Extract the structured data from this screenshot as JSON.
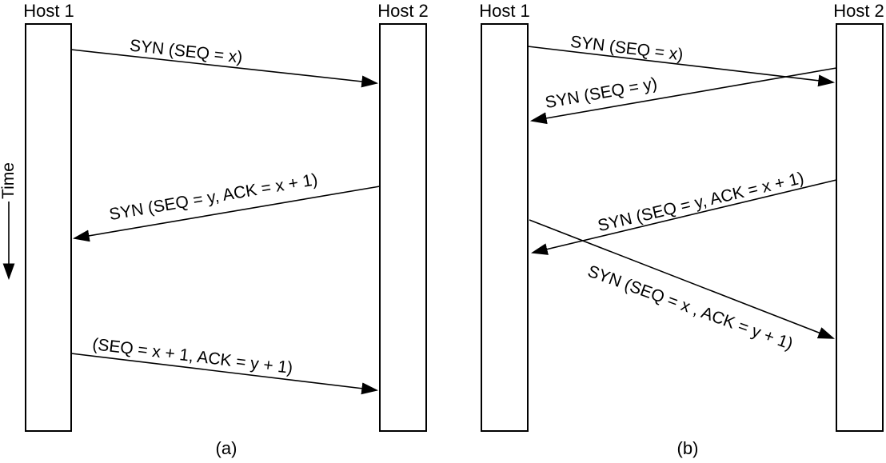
{
  "figure": {
    "background_color": "#ffffff",
    "line_color": "#000000",
    "panels": [
      {
        "id": "a",
        "caption": "(a)",
        "host1_label": "Host 1",
        "host2_label": "Host 2",
        "time_axis_label": "Time",
        "messages": [
          {
            "label": "SYN (SEQ = x)",
            "from": "host1",
            "to": "host2"
          },
          {
            "label": "SYN (SEQ = y, ACK = x + 1)",
            "from": "host2",
            "to": "host1"
          },
          {
            "label": "(SEQ = x + 1, ACK = y + 1)",
            "from": "host1",
            "to": "host2"
          }
        ]
      },
      {
        "id": "b",
        "caption": "(b)",
        "host1_label": "Host 1",
        "host2_label": "Host 2",
        "messages": [
          {
            "label": "SYN (SEQ = x)",
            "from": "host1",
            "to": "host2"
          },
          {
            "label": "SYN (SEQ = y)",
            "from": "host2",
            "to": "host1"
          },
          {
            "label": "SYN (SEQ = y, ACK = x + 1)",
            "from": "host2",
            "to": "host1"
          },
          {
            "label": "SYN (SEQ = x , ACK = y + 1)",
            "from": "host1",
            "to": "host2"
          }
        ]
      }
    ]
  }
}
